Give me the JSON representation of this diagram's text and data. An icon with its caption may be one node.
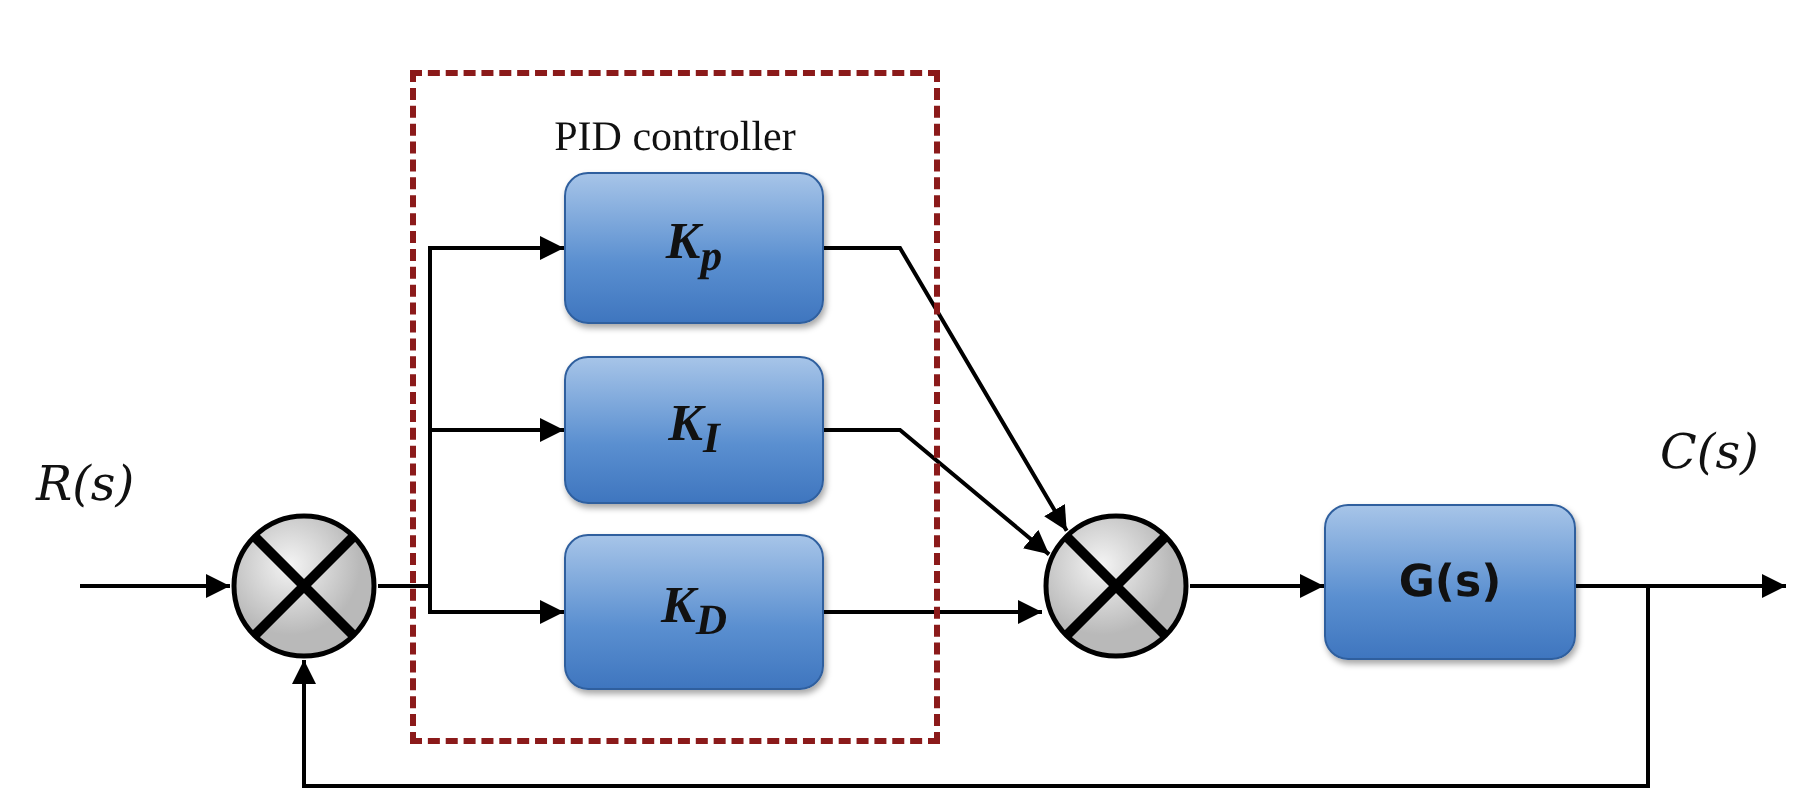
{
  "diagram": {
    "nodes": [
      {
        "text": [
          "PID controller"
        ]
      },
      {
        "text": [],
        "shape": "circle"
      },
      {
        "text": [
          "K$_{p}$"
        ],
        "in": 0
      },
      {
        "text": [
          "K$_{I}$"
        ],
        "in": 0
      },
      {
        "text": [
          "K$_{D}$"
        ],
        "in": 0
      },
      {
        "text": [],
        "shape": "circle"
      },
      {
        "text": [
          "G(s)"
        ]
      }
    ],
    "edges": [
      {
        "from": null,
        "to": 1,
        "arrow": "to"
      },
      {
        "from": 1,
        "to": 2,
        "arrow": "to"
      },
      {
        "from": 1,
        "to": 3,
        "arrow": "to"
      },
      {
        "from": 1,
        "to": 4,
        "arrow": "to"
      },
      {
        "from": 2,
        "to": 5,
        "arrow": "to"
      },
      {
        "from": 3,
        "to": 5,
        "arrow": "to"
      },
      {
        "from": 4,
        "to": 5,
        "arrow": "to"
      },
      {
        "from": 5,
        "to": 6,
        "arrow": "to"
      },
      {
        "from": 6,
        "to": null,
        "arrow": "to"
      },
      {
        "from": 6,
        "to": 1,
        "arrow": "to"
      }
    ],
    "labels": [
      "R(s)",
      "C(s)"
    ]
  }
}
